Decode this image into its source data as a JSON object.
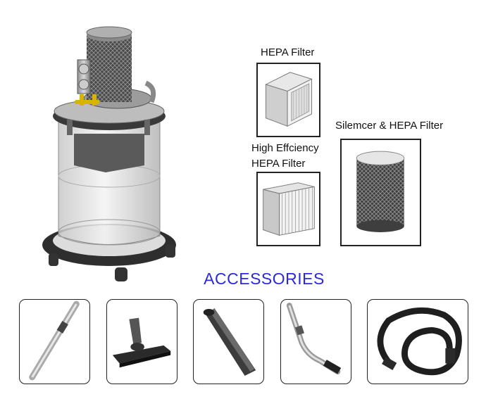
{
  "labels": {
    "hepa_filter": "HEPA Filter",
    "high_efficiency_line1": "High Effciency",
    "high_efficiency_line2": "HEPA Filter",
    "silencer_hepa": "Silemcer & HEPA Filter",
    "accessories": "ACCESSORIES"
  },
  "colors": {
    "accessories_title": "#2a2adc"
  }
}
